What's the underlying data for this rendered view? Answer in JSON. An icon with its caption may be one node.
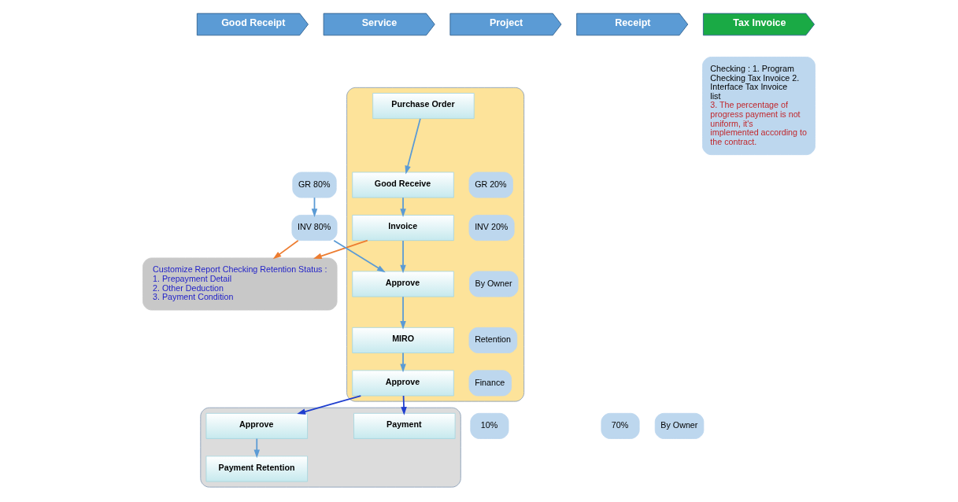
{
  "diagram": {
    "nodes": [
      {
        "text": [
          "Good Receipt"
        ]
      },
      {
        "text": [
          "Service"
        ]
      },
      {
        "text": [
          "Project"
        ]
      },
      {
        "text": [
          "Receipt"
        ]
      },
      {
        "text": [
          "Tax Invoice"
        ]
      },
      {
        "text": [],
        "shape": "box"
      },
      {
        "text": [
          "Purchase Order"
        ],
        "in": 5
      },
      {
        "text": [
          "Good Receive"
        ],
        "in": 5
      },
      {
        "text": [
          "GR 20%"
        ],
        "in": 5
      },
      {
        "text": [
          "Invoice"
        ],
        "in": 5
      },
      {
        "text": [
          "INV 20%"
        ],
        "in": 5
      },
      {
        "text": [
          "Approve"
        ],
        "in": 5
      },
      {
        "text": [
          "By Owner"
        ],
        "in": 5
      },
      {
        "text": [
          "MIRO"
        ],
        "in": 5
      },
      {
        "text": [
          "Retention"
        ],
        "in": 5
      },
      {
        "text": [
          "Approve"
        ],
        "in": 5
      },
      {
        "text": [
          "Finance"
        ],
        "in": 5
      },
      {
        "text": [
          "GR 80%"
        ]
      },
      {
        "text": [
          "INV 80%"
        ]
      },
      {
        "text": [
          "Customize Report Checking Retention Status :",
          "1. Prepayment Detail",
          "2. Other Deduction",
          "3. Payment Condition"
        ]
      },
      {
        "text": [
          "10%"
        ]
      },
      {
        "text": [
          "70%"
        ]
      },
      {
        "text": [],
        "shape": "box"
      },
      {
        "text": [
          "Approve"
        ],
        "in": 22
      },
      {
        "text": [
          "By Owner"
        ]
      },
      {
        "text": [
          "Payment Retention"
        ],
        "in": 22
      },
      {
        "text": [
          "Payment"
        ],
        "in": 22
      },
      {
        "text": [
          "Checking : 1. Program Checking Tax Invoice 2. Interface Tax Invoice list",
          "3. The percentage of progress payment is not uniform, it's implemented according to the contract."
        ]
      }
    ],
    "edges": [
      {
        "from": 6,
        "to": 7,
        "arrow": "to"
      },
      {
        "from": 7,
        "to": 9,
        "arrow": "to"
      },
      {
        "from": 9,
        "to": 11,
        "arrow": "to"
      },
      {
        "from": 11,
        "to": 13,
        "arrow": "to"
      },
      {
        "from": 13,
        "to": 15,
        "arrow": "to"
      },
      {
        "from": 17,
        "to": 18,
        "arrow": "to"
      },
      {
        "from": 18,
        "to": 11,
        "arrow": "to"
      },
      {
        "from": 18,
        "to": 19,
        "arrow": "to",
        "color": "#ed7d31"
      },
      {
        "from": 9,
        "to": 19,
        "arrow": "to",
        "color": "#ed7d31"
      },
      {
        "from": 15,
        "to": 23,
        "arrow": "to",
        "color": "#1f3fcf"
      },
      {
        "from": 15,
        "to": 26,
        "arrow": "to",
        "color": "#1f3fcf"
      },
      {
        "from": 23,
        "to": 25,
        "arrow": "to"
      }
    ]
  }
}
